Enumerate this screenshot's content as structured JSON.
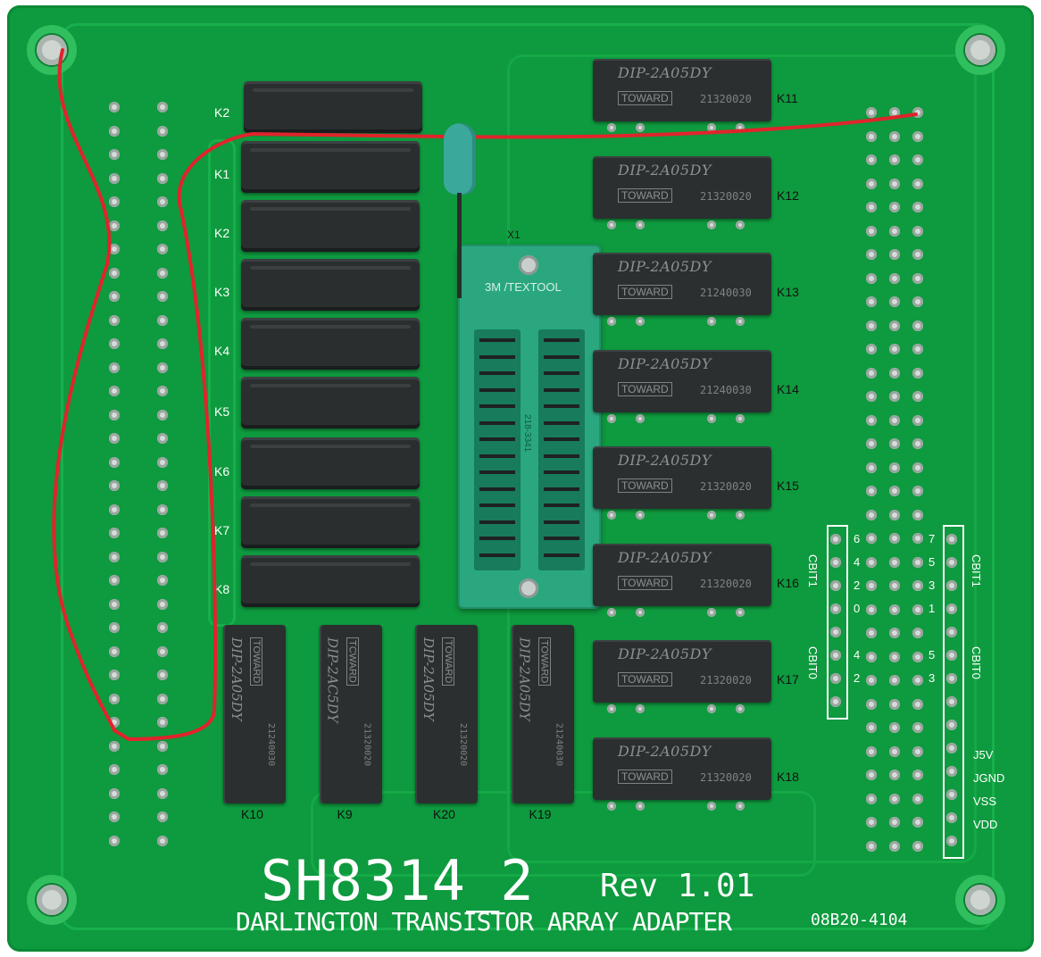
{
  "board": {
    "name": "SH8314_2",
    "rev": "Rev 1.01",
    "description": "DARLINGTON TRANSISTOR ARRAY ADAPTER",
    "part_number": "08B20-4104"
  },
  "left_relays": [
    "K2",
    "K1",
    "K2",
    "K3",
    "K4",
    "K5",
    "K6",
    "K7",
    "K8"
  ],
  "right_relays": [
    {
      "ref": "K11",
      "model": "DIP-2A05DY",
      "brand": "TOWARD",
      "lot": "21320020"
    },
    {
      "ref": "K12",
      "model": "DIP-2A05DY",
      "brand": "TOWARD",
      "lot": "21320020"
    },
    {
      "ref": "K13",
      "model": "DIP-2A05DY",
      "brand": "TOWARD",
      "lot": "21240030"
    },
    {
      "ref": "K14",
      "model": "DIP-2A05DY",
      "brand": "TOWARD",
      "lot": "21240030"
    },
    {
      "ref": "K15",
      "model": "DIP-2A05DY",
      "brand": "TOWARD",
      "lot": "21320020"
    },
    {
      "ref": "K16",
      "model": "DIP-2A05DY",
      "brand": "TOWARD",
      "lot": "21320020"
    },
    {
      "ref": "K17",
      "model": "DIP-2A05DY",
      "brand": "TOWARD",
      "lot": "21320020"
    },
    {
      "ref": "K18",
      "model": "DIP-2A05DY",
      "brand": "TOWARD",
      "lot": "21320020"
    }
  ],
  "bottom_relays": [
    {
      "ref": "K10",
      "model": "DIP-2A05DY",
      "brand": "TOWARD",
      "lot": "21240030"
    },
    {
      "ref": "K9",
      "model": "DIP-2AC5DY",
      "brand": "TCWARD",
      "lot": "21320020"
    },
    {
      "ref": "K20",
      "model": "DIP-2A05DY",
      "brand": "TOWARD",
      "lot": "21320020"
    },
    {
      "ref": "K19",
      "model": "DIP-2A05DY",
      "brand": "TOWARD",
      "lot": "21240030"
    }
  ],
  "socket": {
    "brand": "3M /TEXTOOL",
    "part": "218-3341",
    "ref": "X1"
  },
  "cbit": {
    "left_label_top": "CBIT1",
    "left_label_bottom": "CBIT0",
    "right_label_top": "CBIT1",
    "right_label_bottom": "CBIT0",
    "numbers_left": [
      "6",
      "4",
      "2",
      "0",
      "4",
      "2"
    ],
    "numbers_right": [
      "7",
      "5",
      "3",
      "1",
      "5",
      "3"
    ]
  },
  "power_labels": [
    "J5V",
    "JGND",
    "VSS",
    "VDD"
  ],
  "colors": {
    "pcb": "#0e9a3e",
    "silkscreen": "#ffffff",
    "relay": "#2b2f30",
    "socket": "#2aa77e",
    "wire": "#e0242c"
  }
}
